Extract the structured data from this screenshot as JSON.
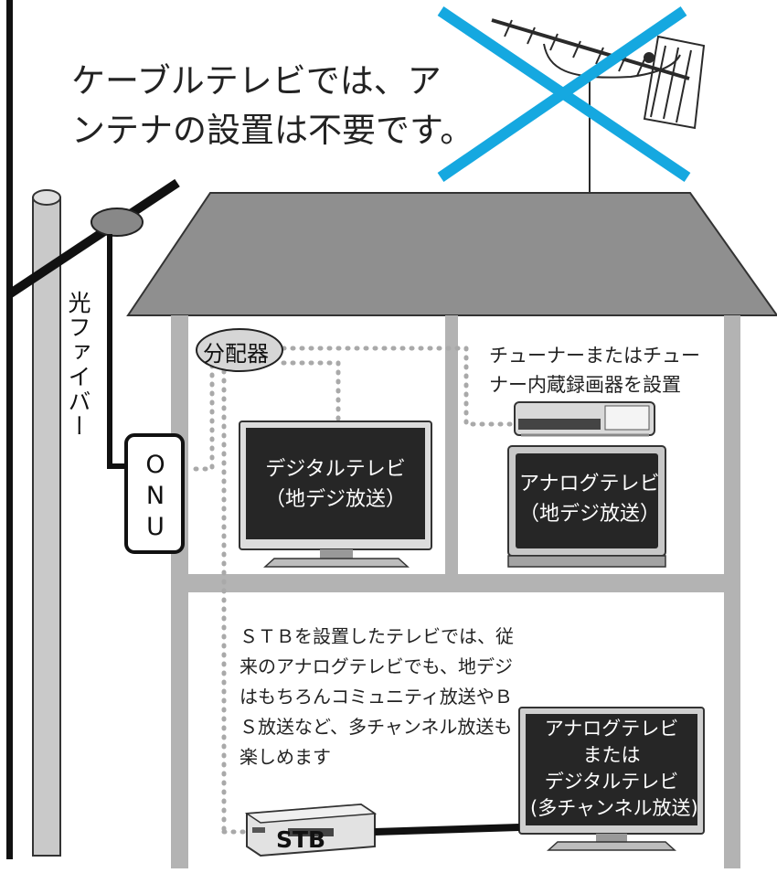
{
  "intro_text": "ケーブルテレビでは、ア\nンテナの設置は不要です。",
  "fiber_label": "光ファイバー",
  "splitter_label": "分配器",
  "tuner_note": "チューナーまたはチュー\nナー内蔵録画器を設置",
  "onu_label": "ONU",
  "tv_digital": "デジタルテレビ\n（地デジ放送）",
  "tv_analog": "アナログテレビ\n（地デジ放送）",
  "tv_multi": "アナログテレビ\nまたは\nデジタルテレビ\n(多チャンネル放送)",
  "stb_note": "ＳＴＢを設置したテレビでは、従来のアナログテレビでも、地デジはもちろんコミュニティ放送やＢＳ放送など、多チャンネル放送も楽しめます",
  "stb_label": "STB",
  "colors": {
    "cross": "#15a8e0",
    "roof": "#8f8f8f",
    "wall": "#b3b3b3",
    "pole": "#c6c6c6",
    "screen": "#262626",
    "dotted_line": "#a9a9a9"
  }
}
